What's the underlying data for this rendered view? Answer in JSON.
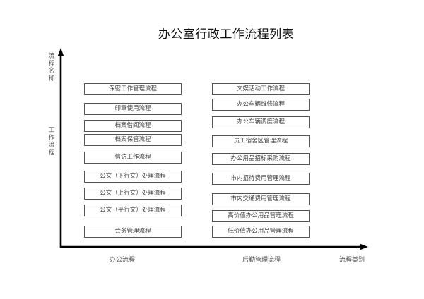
{
  "title": "办公室行政工作流程列表",
  "y_axis": {
    "label_top": "流程名称",
    "label_mid": "工作流程"
  },
  "x_axis": {
    "categories": [
      "办公流程",
      "后勤管理流程"
    ],
    "label": "流程类别"
  },
  "columns": {
    "office": [
      "保密工作管理流程",
      "印章使用流程",
      "档案借阅流程",
      "档案保管流程",
      "信访工作流程",
      "公文（下行文）处理流程",
      "公文（上行文）处理流程",
      "公文（平行文）处理流程",
      "会务管理流程"
    ],
    "logistics": [
      "文娱活动工作流程",
      "办公车辆维修流程",
      "办公车辆调度流程",
      "员工宿舍区管理流程",
      "办公用品招标采购流程",
      "市内招待费用管理流程",
      "市内交通费用管理流程",
      "高价值办公用品管理流程",
      "低价值办公用品管理流程"
    ]
  }
}
